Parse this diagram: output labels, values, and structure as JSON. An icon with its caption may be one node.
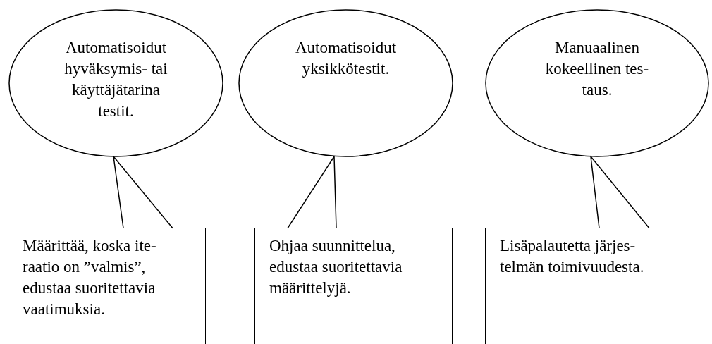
{
  "diagram": {
    "nodes": [
      {
        "text": [
          "Automatisoidut hyväksymis- tai käyttäjätarina testit."
        ]
      },
      {
        "text": [
          "Automatisoidut yksikkötestit."
        ]
      },
      {
        "text": [
          "Manuaalinen kokeellinen tes- taus."
        ]
      },
      {
        "text": [
          "Määrittää, koska ite- raatio on ”valmis”, edustaa suoritettavia vaatimuksia."
        ]
      },
      {
        "text": [
          "Ohjaa suunnittelua, edustaa suoritettavia määrittelyjä."
        ]
      },
      {
        "text": [
          "Lisäpalautetta järjes- telmän toimivuudesta."
        ]
      }
    ],
    "edges": [
      {
        "from": 3,
        "to": 0,
        "arrow": "none"
      },
      {
        "from": 4,
        "to": 1,
        "arrow": "none"
      },
      {
        "from": 5,
        "to": 2,
        "arrow": "none"
      }
    ]
  }
}
